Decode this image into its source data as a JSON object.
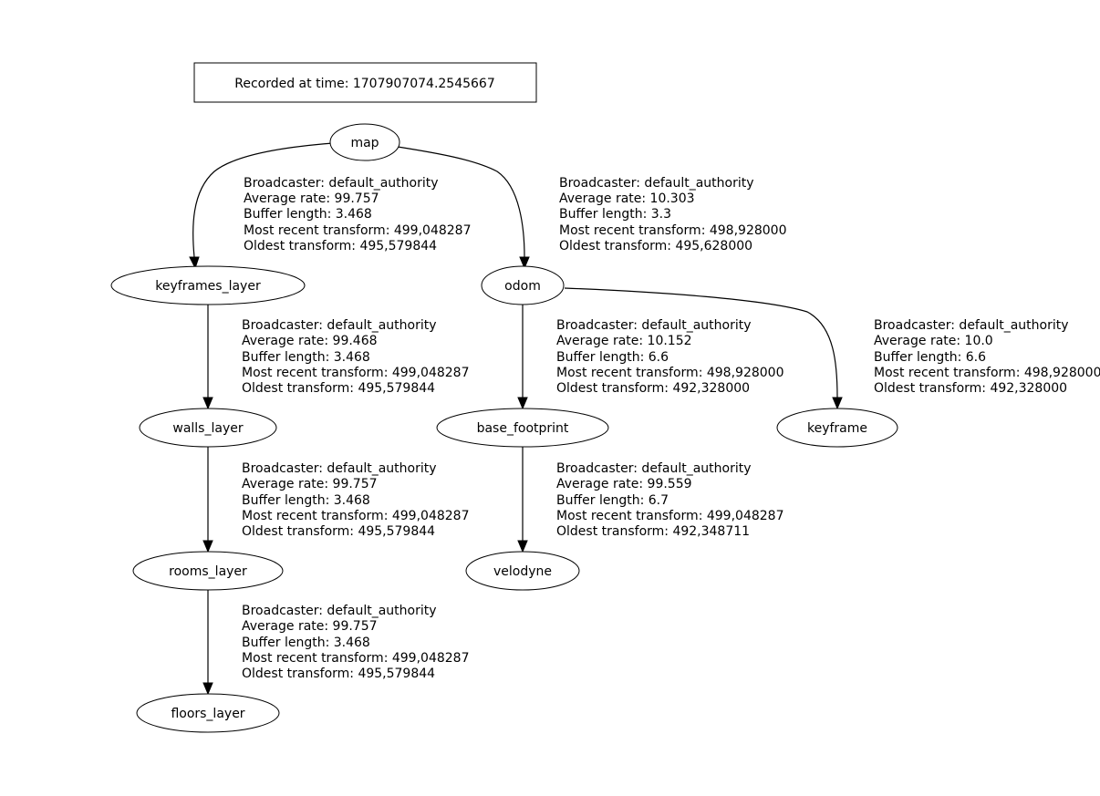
{
  "header": {
    "recorded_label": "Recorded at time: 1707907074.2545667"
  },
  "nodes": {
    "map": "map",
    "keyframes_layer": "keyframes_layer",
    "odom": "odom",
    "walls_layer": "walls_layer",
    "base_footprint": "base_footprint",
    "keyframe": "keyframe",
    "rooms_layer": "rooms_layer",
    "velodyne": "velodyne",
    "floors_layer": "floors_layer"
  },
  "edges": {
    "map_keyframes_layer": {
      "broadcaster": "Broadcaster: default_authority",
      "rate": "Average rate: 99.757",
      "buffer": "Buffer length: 3.468",
      "recent": "Most recent transform: 499,048287",
      "oldest": "Oldest transform: 495,579844"
    },
    "map_odom": {
      "broadcaster": "Broadcaster: default_authority",
      "rate": "Average rate: 10.303",
      "buffer": "Buffer length: 3.3",
      "recent": "Most recent transform: 498,928000",
      "oldest": "Oldest transform: 495,628000"
    },
    "keyframes_walls": {
      "broadcaster": "Broadcaster: default_authority",
      "rate": "Average rate: 99.468",
      "buffer": "Buffer length: 3.468",
      "recent": "Most recent transform: 499,048287",
      "oldest": "Oldest transform: 495,579844"
    },
    "odom_base_footprint": {
      "broadcaster": "Broadcaster: default_authority",
      "rate": "Average rate: 10.152",
      "buffer": "Buffer length: 6.6",
      "recent": "Most recent transform: 498,928000",
      "oldest": "Oldest transform: 492,328000"
    },
    "odom_keyframe": {
      "broadcaster": "Broadcaster: default_authority",
      "rate": "Average rate: 10.0",
      "buffer": "Buffer length: 6.6",
      "recent": "Most recent transform: 498,928000",
      "oldest": "Oldest transform: 492,328000"
    },
    "walls_rooms": {
      "broadcaster": "Broadcaster: default_authority",
      "rate": "Average rate: 99.757",
      "buffer": "Buffer length: 3.468",
      "recent": "Most recent transform: 499,048287",
      "oldest": "Oldest transform: 495,579844"
    },
    "base_footprint_velodyne": {
      "broadcaster": "Broadcaster: default_authority",
      "rate": "Average rate: 99.559",
      "buffer": "Buffer length: 6.7",
      "recent": "Most recent transform: 499,048287",
      "oldest": "Oldest transform: 492,348711"
    },
    "rooms_floors": {
      "broadcaster": "Broadcaster: default_authority",
      "rate": "Average rate: 99.757",
      "buffer": "Buffer length: 3.468",
      "recent": "Most recent transform: 499,048287",
      "oldest": "Oldest transform: 495,579844"
    }
  }
}
